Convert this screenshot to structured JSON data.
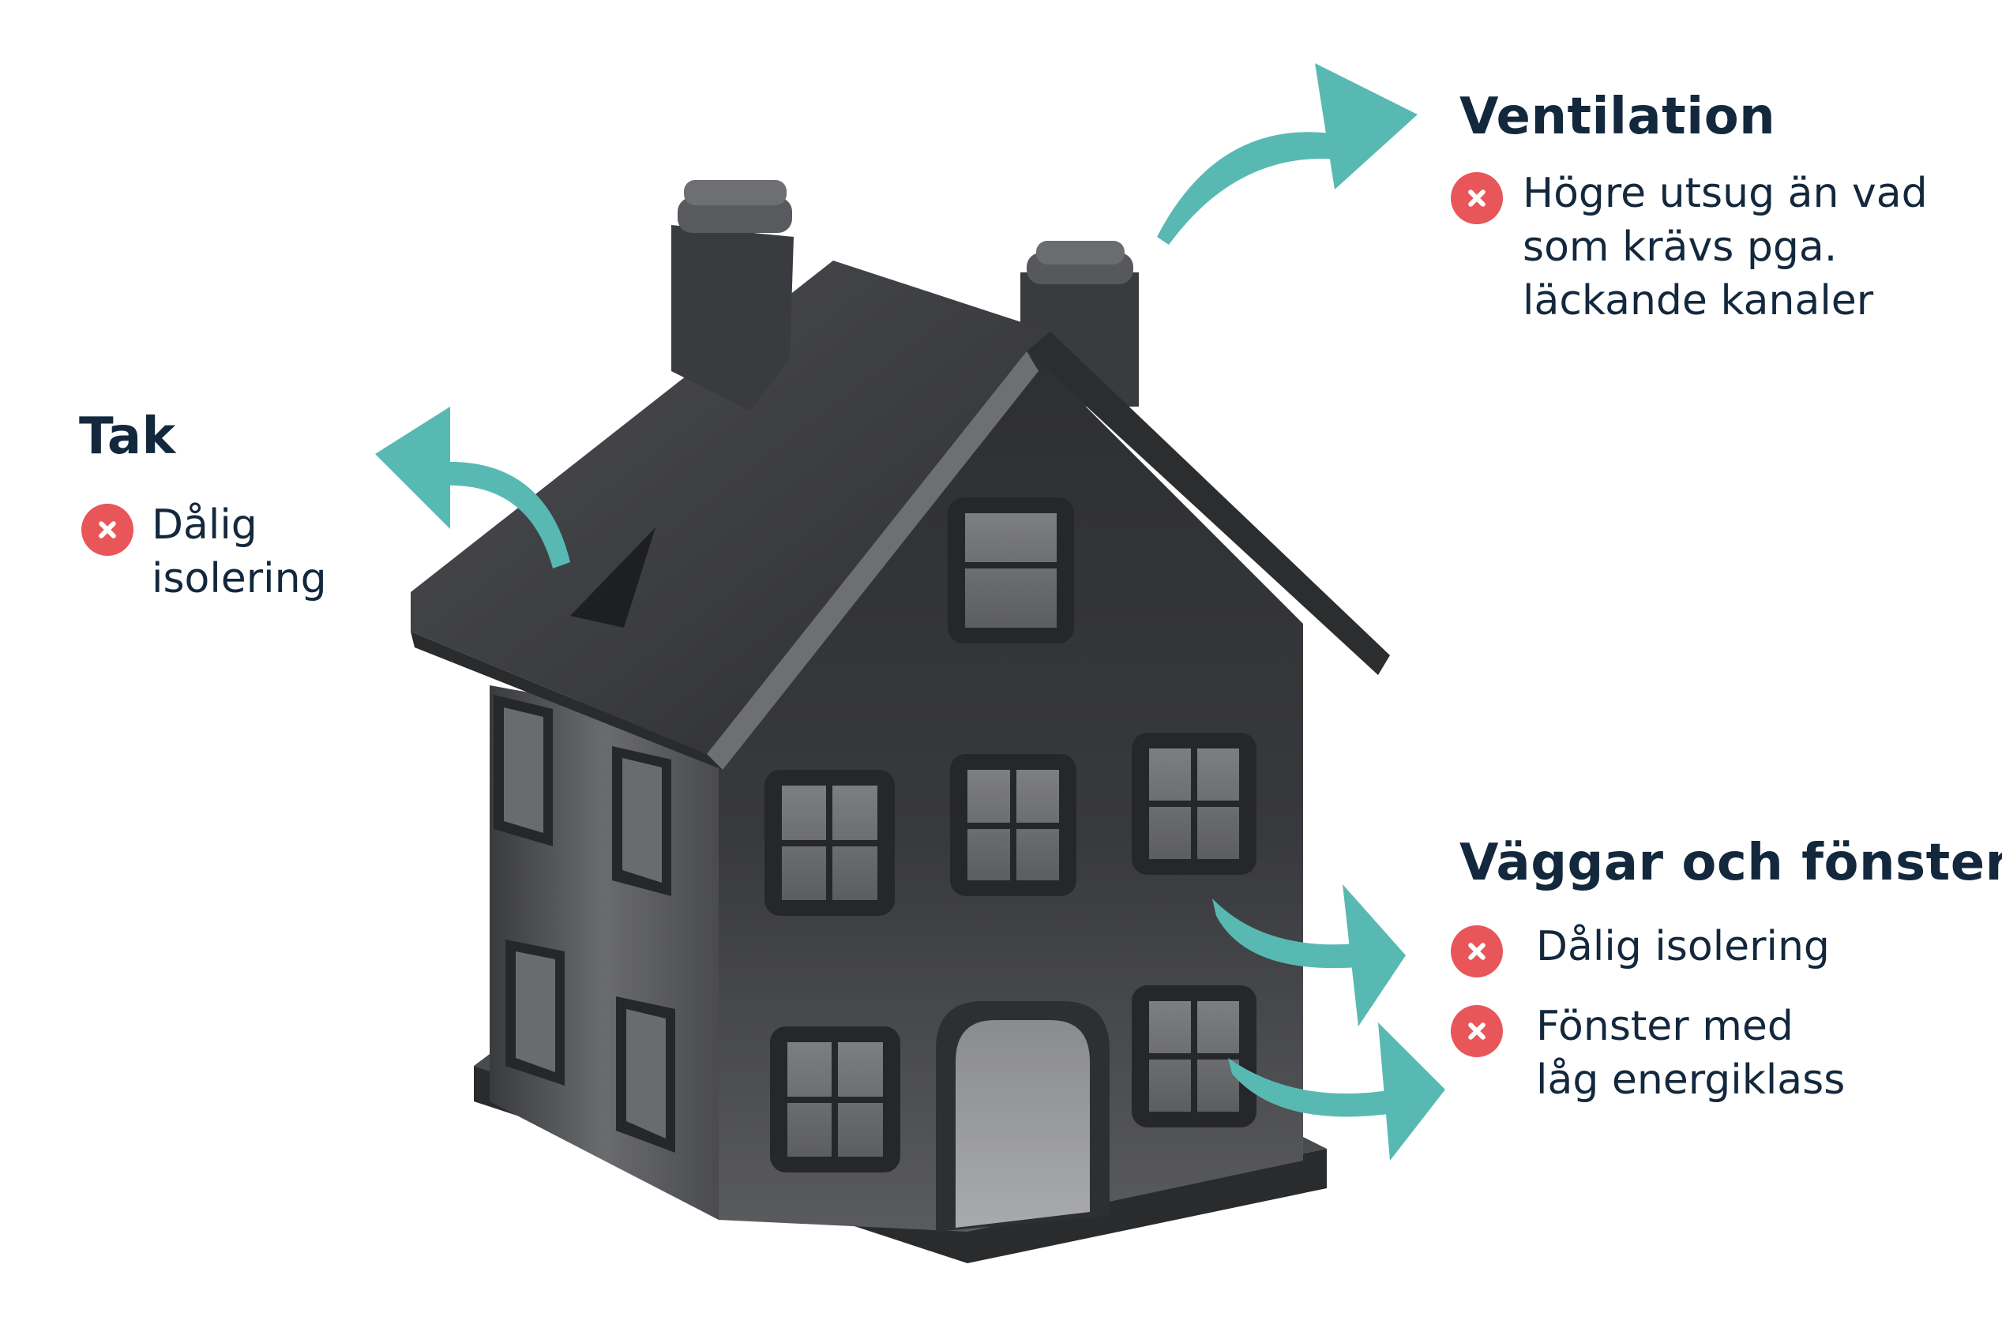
{
  "colors": {
    "arrow": "#58b9b3",
    "heading": "#13283d",
    "cross": "#e8565a",
    "house_body": "#3e3f42"
  },
  "tak": {
    "heading": "Tak",
    "items": [
      {
        "icon": "cross-icon",
        "lines": [
          "Dålig",
          "isolering"
        ]
      }
    ]
  },
  "ventilation": {
    "heading": "Ventilation",
    "items": [
      {
        "icon": "cross-icon",
        "lines": [
          "Högre utsug än vad",
          "som krävs pga.",
          "läckande kanaler"
        ]
      }
    ]
  },
  "vaggar": {
    "heading": "Väggar och fönster",
    "items": [
      {
        "icon": "cross-icon",
        "lines": [
          "Dålig isolering"
        ]
      },
      {
        "icon": "cross-icon",
        "lines": [
          "Fönster med",
          "låg energiklass"
        ]
      }
    ]
  }
}
